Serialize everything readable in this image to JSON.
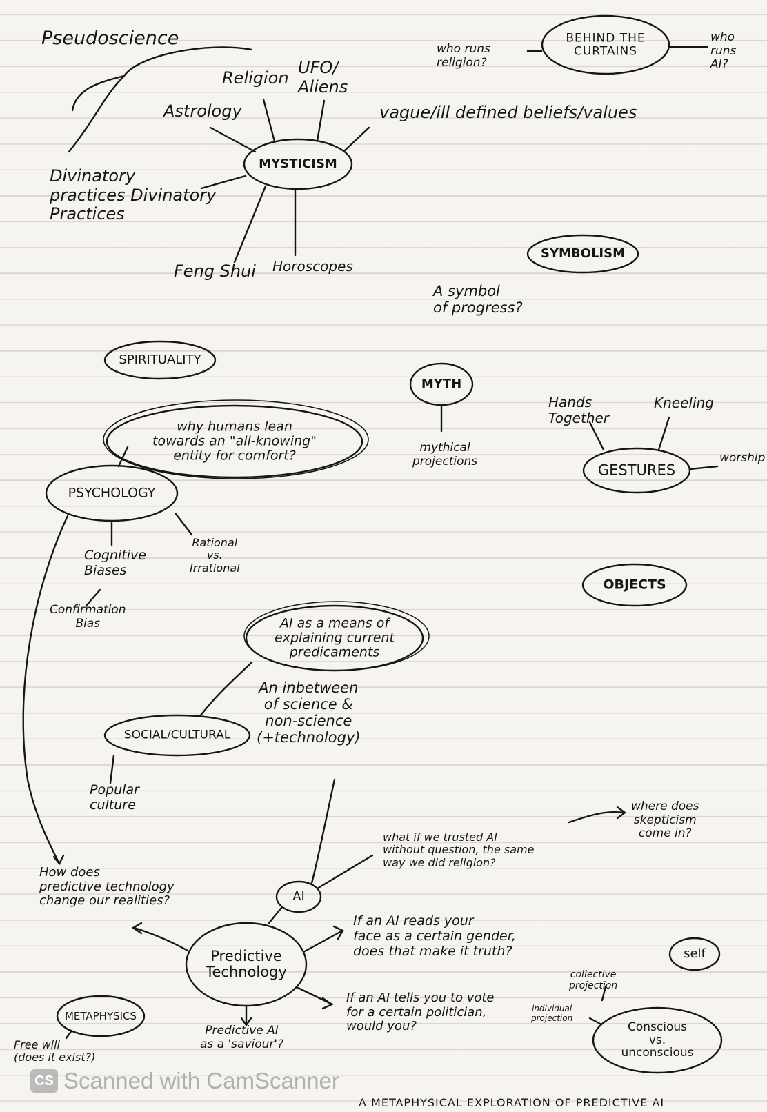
{
  "title": "Pseudoscience",
  "footer": "A METAPHYSICAL EXPLORATION OF PREDICTIVE AI",
  "watermark": {
    "logo": "CS",
    "text": "Scanned with CamScanner"
  },
  "nodes": {
    "behind_the_curtains": "BEHIND THE\nCURTAINS",
    "who_runs_religion": "who runs\nreligion?",
    "who_runs_ai": "who\nruns\nAI?",
    "mysticism": "MYSTICISM",
    "religion": "Religion",
    "ufo_aliens": "UFO/\nAliens",
    "astrology": "Astrology",
    "vague_beliefs": "vague/ill defined beliefs/values",
    "divinatory_practices": "Divinatory\npractices Divinatory\nPractices",
    "feng_shui": "Feng Shui",
    "horoscopes": "Horoscopes",
    "symbolism": "SYMBOLISM",
    "symbol_of_progress": "A symbol\nof progress?",
    "spirituality": "SPIRITUALITY",
    "myth": "MYTH",
    "mythical_projections": "mythical\nprojections",
    "hands_together": "Hands\nTogether",
    "kneeling": "Kneeling",
    "gestures": "GESTURES",
    "worship": "worship",
    "why_humans_lean": "why humans lean\ntowards an \"all-knowing\"\nentity for comfort?",
    "psychology": "PSYCHOLOGY",
    "cognitive_biases": "Cognitive\nBiases",
    "rational_irrational": "Rational\nvs.\nIrrational",
    "confirmation_bias": "Confirmation\nBias",
    "objects": "OBJECTS",
    "ai_means_explaining": "AI as a means of\nexplaining current\npredicaments",
    "inbetween": "An inbetween\nof science &\nnon-science\n(+technology)",
    "social_cultural": "SOCIAL/CULTURAL",
    "popular_culture": "Popular\nculture",
    "how_does_predictive": "How does\npredictive technology\nchange our realities?",
    "ai": "AI",
    "what_if_trusted": "what if we trusted AI\nwithout question, the same\nway we did religion?",
    "where_skepticism": "where does\nskepticism\ncome in?",
    "predictive_technology": "Predictive\nTechnology",
    "reads_your_face": "If an AI reads your\nface as a certain gender,\ndoes that make it truth?",
    "self": "self",
    "collective_projection": "collective\nprojection",
    "individual_projection": "individual\nprojection",
    "conscious_unconscious": "Conscious\nvs.\nunconscious",
    "metaphysics": "METAPHYSICS",
    "free_will": "Free will\n(does it exist?)",
    "predictive_ai_saviour": "Predictive AI\nas a 'saviour'?",
    "vote_politician": "If an AI tells you to vote\nfor a certain politician,\nwould you?"
  }
}
